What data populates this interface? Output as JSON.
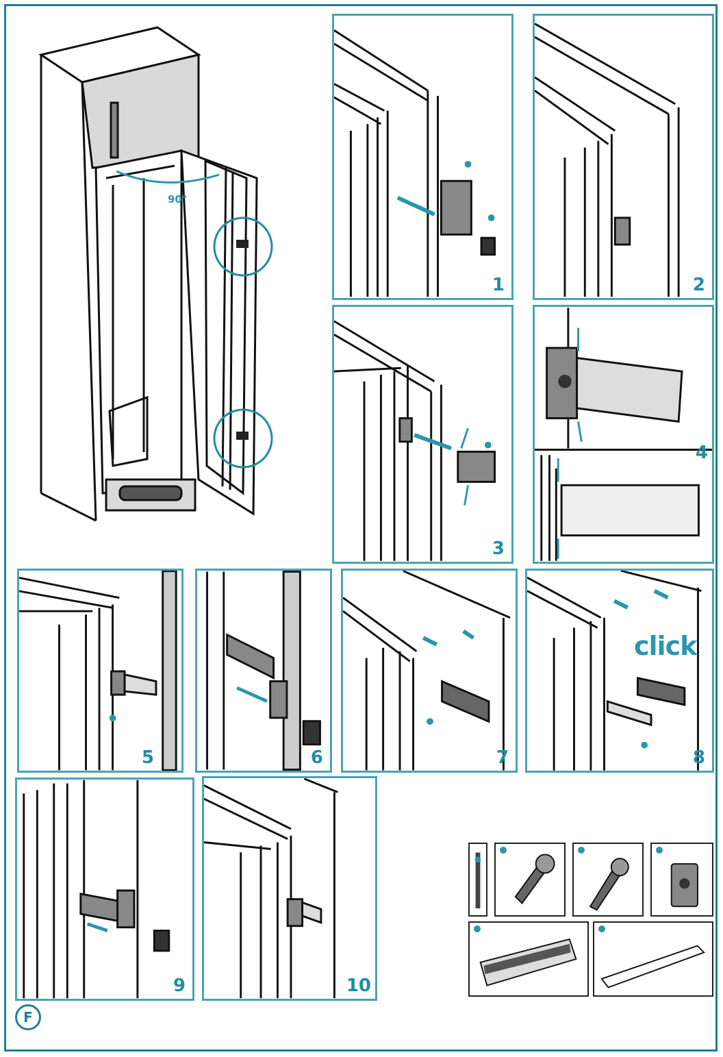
{
  "figure_label": "F",
  "angle_label": "90°",
  "click_text": "click",
  "steps": [
    "1",
    "2",
    "3",
    "4",
    "5",
    "6",
    "7",
    "8",
    "9",
    "10"
  ],
  "accent_color": "#1f8ea3",
  "parts": [
    "hinge-pin",
    "screw-short",
    "screw-long",
    "bracket",
    "slide-rail",
    "cover-strip"
  ]
}
